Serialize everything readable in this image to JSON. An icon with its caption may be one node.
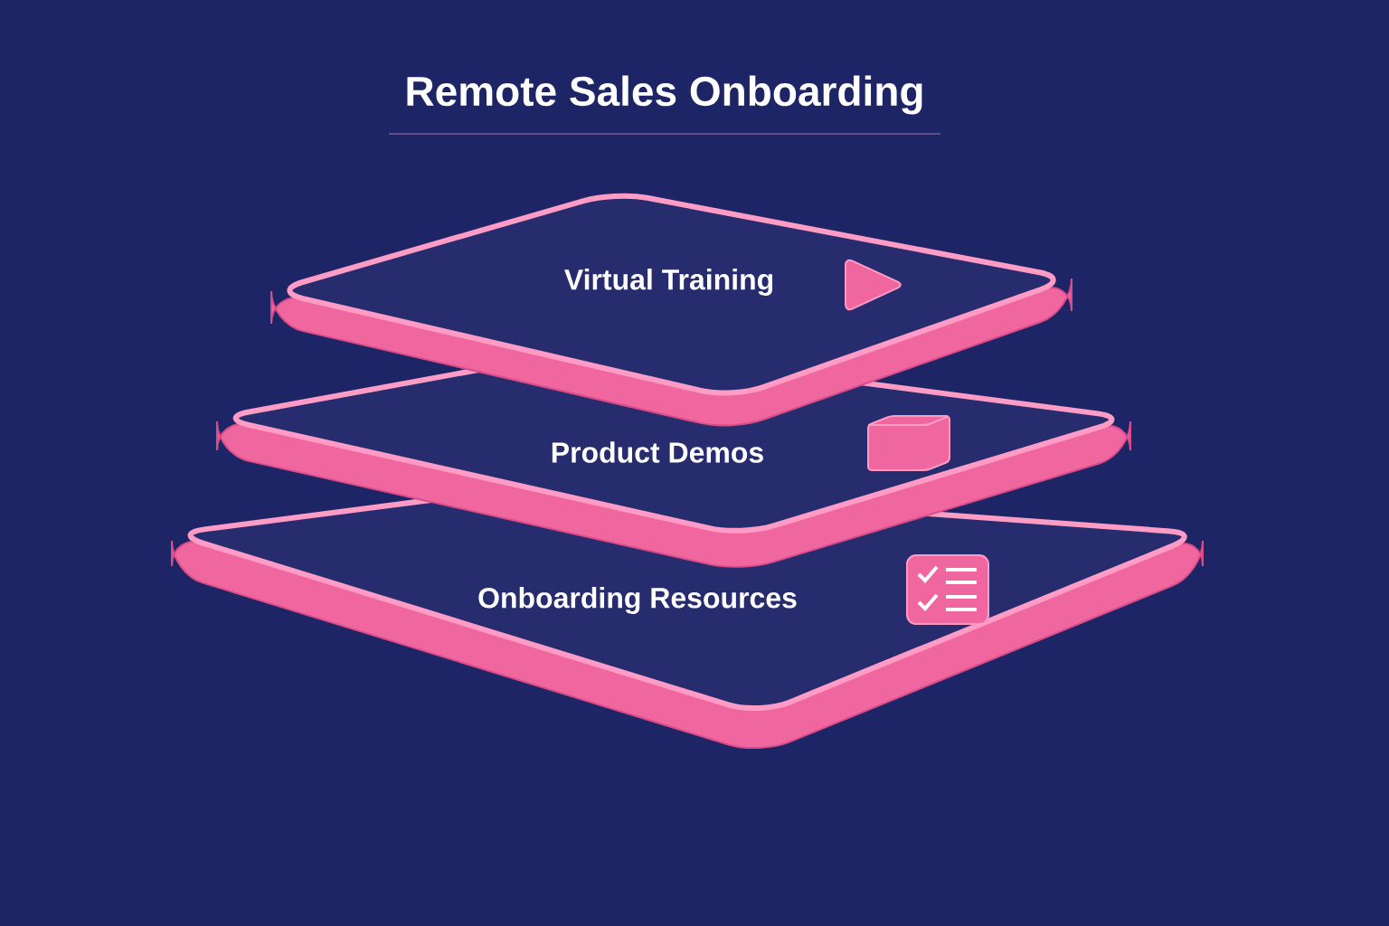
{
  "diagram": {
    "title": "Remote Sales Onboarding",
    "nodes": [
      {
        "text": [
          "Virtual Training"
        ]
      },
      {
        "text": [
          "Product Demos"
        ]
      },
      {
        "text": [
          "Onboarding Resources"
        ]
      }
    ]
  }
}
